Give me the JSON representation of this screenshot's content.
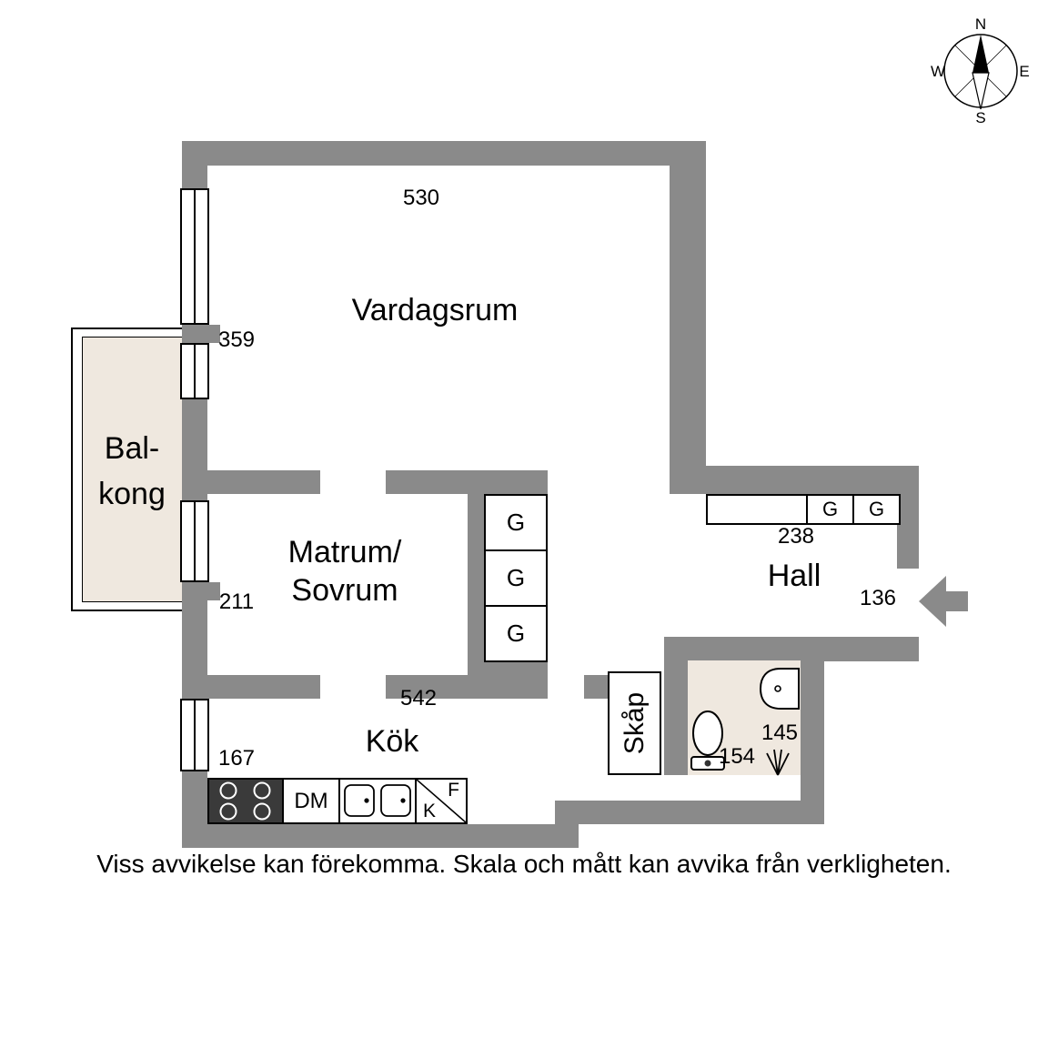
{
  "colors": {
    "wall": "#8a8a8a",
    "floor_accent": "#efe8df",
    "background": "#ffffff"
  },
  "compass": {
    "north": "N",
    "east": "E",
    "south": "S",
    "west": "W"
  },
  "rooms": {
    "vardagsrum": "Vardagsrum",
    "balkong": [
      "Bal-",
      "kong"
    ],
    "matrum": [
      "Matrum/",
      "Sovrum"
    ],
    "hall": "Hall",
    "kok": "Kök",
    "skap": "Skåp"
  },
  "dimensions": {
    "vardagsrum_width": "530",
    "vardagsrum_window": "359",
    "matrum_window": "211",
    "matrum_width": "542",
    "kok_window": "167",
    "hall_width": "238",
    "hall_entry": "136",
    "bath_width": "145",
    "bath_depth": "154"
  },
  "closets": {
    "matrum": [
      "G",
      "G",
      "G"
    ],
    "hall": [
      "G",
      "G"
    ]
  },
  "kitchen": {
    "dm_label": "DM",
    "k_label": "K",
    "f_label": "F"
  },
  "disclaimer": "Viss avvikelse kan förekomma. Skala och mått kan avvika från verkligheten."
}
